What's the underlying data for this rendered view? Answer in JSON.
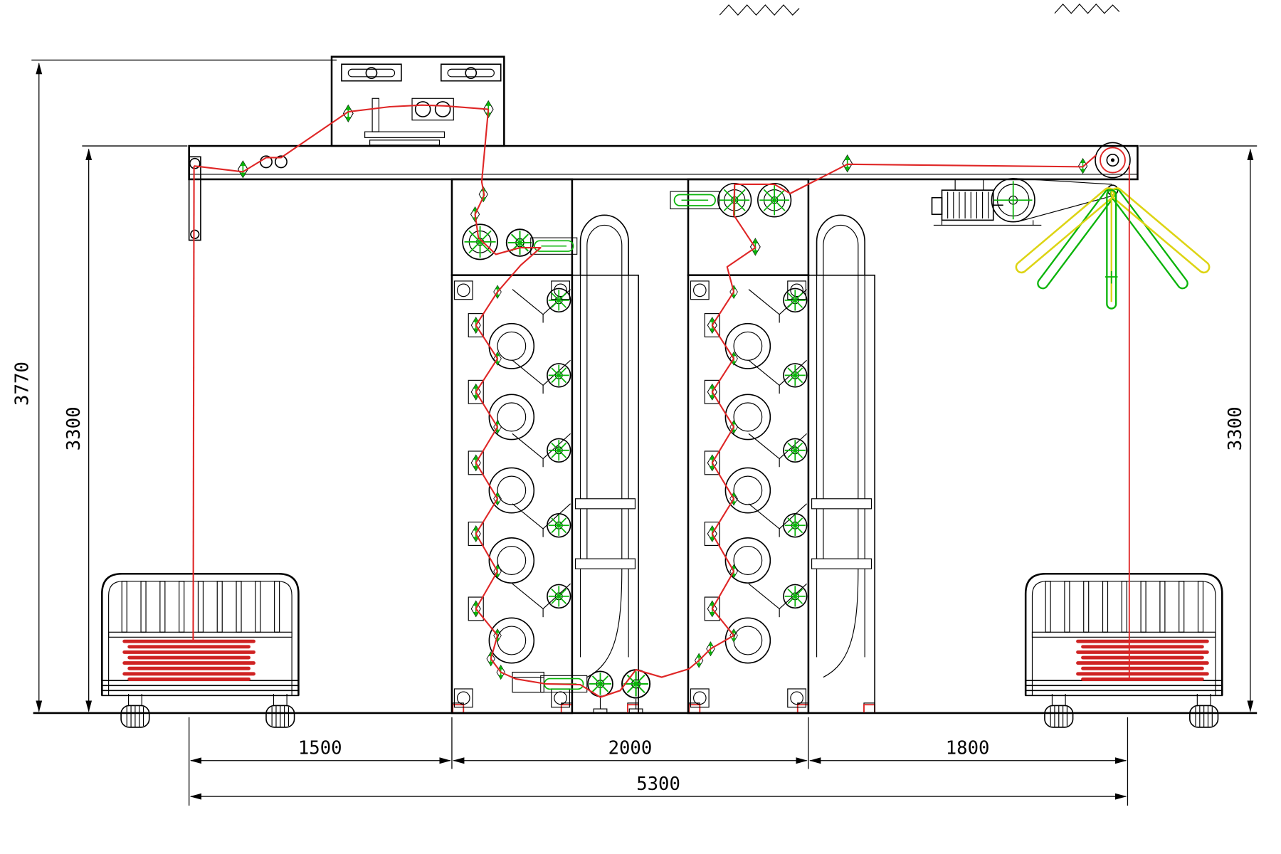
{
  "drawing": {
    "name": "machine-elevation-technical-drawing",
    "dimensions": {
      "total_height": "3770",
      "left_height": "3300",
      "right_height": "3300",
      "span_left": "1500",
      "span_center": "2000",
      "span_right": "1800",
      "span_total": "5300"
    },
    "colors": {
      "outline": "#000000",
      "thread": "#df2626",
      "guides": "#0ab40a",
      "arm_alt_position": "#ddd414",
      "background": "#ffffff"
    }
  }
}
